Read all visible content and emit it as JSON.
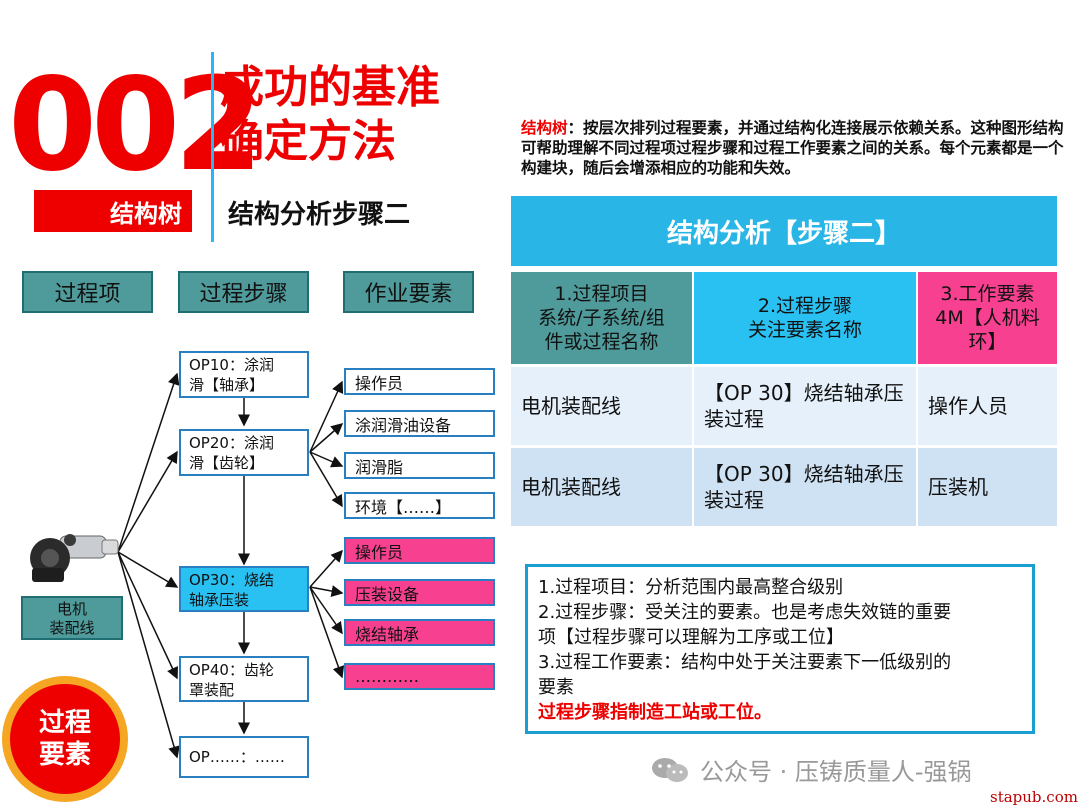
{
  "header": {
    "number": "002",
    "title_line1": "成功的基准",
    "title_line2": "确定方法",
    "badge": "结构树",
    "subtitle": "结构分析步骤二"
  },
  "column_headers": [
    "过程项",
    "过程步骤",
    "作业要素"
  ],
  "process_item": {
    "label_line1": "电机",
    "label_line2": "装配线"
  },
  "steps": [
    {
      "line1": "OP10：涂润",
      "line2": "滑【轴承】"
    },
    {
      "line1": "OP20：涂润",
      "line2": "滑【齿轮】"
    },
    {
      "line1": "OP30：烧结",
      "line2": "轴承压装"
    },
    {
      "line1": "OP40：齿轮",
      "line2": "罩装配"
    },
    {
      "line1": "OP……：……",
      "line2": ""
    }
  ],
  "elements_op20": [
    "操作员",
    "涂润滑油设备",
    "润滑脂",
    "环境【……】"
  ],
  "elements_op30": [
    "操作员",
    "压装设备",
    "烧结轴承",
    "…………"
  ],
  "circle": {
    "line1": "过程",
    "line2": "要素"
  },
  "description": {
    "lead": "结构树",
    "text": "：按层次排列过程要素，并通过结构化连接展示依赖关系。这种图形结构可帮助理解不同过程项过程步骤和过程工作要素之间的关系。每个元素都是一个构建块，随后会增添相应的功能和失效。"
  },
  "table": {
    "title": "结构分析【步骤二】",
    "headers": [
      {
        "line1": "1.过程项目",
        "line2": "系统/子系统/组",
        "line3": "件或过程名称"
      },
      {
        "line1": "2.过程步骤",
        "line2": "关注要素名称",
        "line3": ""
      },
      {
        "line1": "3.工作要素",
        "line2": "4M【人机料",
        "line3": "环】"
      }
    ],
    "rows": [
      {
        "c1": "电机装配线",
        "c2a": "【OP 30】烧结轴承压",
        "c2b": "装过程",
        "c3": "操作人员"
      },
      {
        "c1": "电机装配线",
        "c2a": "【OP 30】烧结轴承压",
        "c2b": "装过程",
        "c3": "压装机"
      }
    ],
    "colors": {
      "col1_header": "#4f9a9a",
      "col2_header": "#29c0f2",
      "col3_header": "#f7408f",
      "row_odd": "#e6f0fa",
      "row_even": "#cfe2f3"
    }
  },
  "notes": {
    "line1": "1.过程项目：分析范围内最高整合级别",
    "line2": "2.过程步骤：受关注的要素。也是考虑失效链的重要",
    "line3": "项【过程步骤可以理解为工序或工位】",
    "line4": "3.过程工作要素：结构中处于关注要素下一低级别的",
    "line5": "要素",
    "line6": "过程步骤指制造工站或工位。"
  },
  "footer": {
    "text": "公众号 · 压铸质量人-强锅",
    "site": "stapub.com"
  }
}
